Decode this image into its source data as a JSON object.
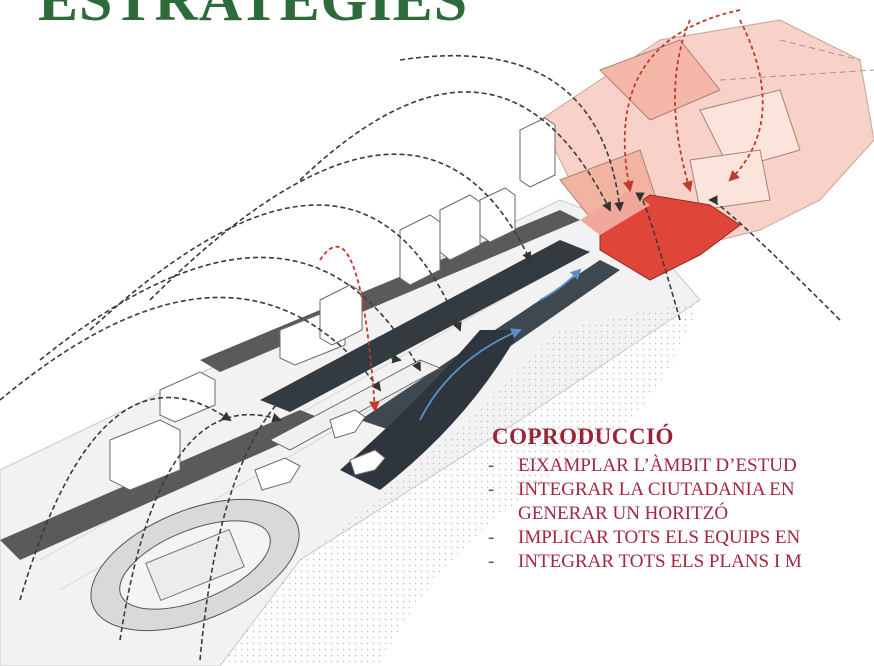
{
  "title": "ESTRATEGIES",
  "panel": {
    "heading": "COPRODUCCIÓ",
    "items": [
      {
        "dash": "-",
        "text": "EIXAMPLAR L’ÀMBIT D’ESTUD"
      },
      {
        "dash": "-",
        "text": "INTEGRAR LA CIUTADANIA EN",
        "text2": "GENERAR UN HORITZÓ"
      },
      {
        "dash": "-",
        "text": "IMPLICAR TOTS ELS EQUIPS EN"
      },
      {
        "dash": "-",
        "text": "INTEGRAR TOTS ELS PLANS I M"
      }
    ]
  },
  "colors": {
    "title": "#2e6b3a",
    "heading": "#9b2335",
    "bullet_text": "#a3263d",
    "focus_red": "#e0453a",
    "light_red": "#f2a79a",
    "dark_road": "#333a40",
    "mid_road": "#5a5a5a",
    "arc_dark": "#3a3a3a",
    "arc_red": "#c0392b",
    "arc_blue": "#5b8fc9"
  }
}
